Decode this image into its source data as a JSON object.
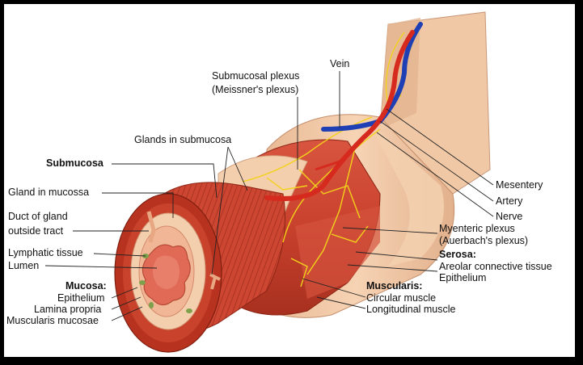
{
  "labels": {
    "vein": "Vein",
    "submucosal_plexus_line1": "Submucosal plexus",
    "submucosal_plexus_line2": "(Meissner's plexus)",
    "glands_in_submucosa": "Glands in submucosa",
    "submucosa": "Submucosa",
    "gland_in_mucosa": "Gland in mucossa",
    "duct_line1": "Duct of gland",
    "duct_line2": "outside tract",
    "lymphatic_tissue": "Lymphatic tissue",
    "lumen": "Lumen",
    "mucosa_heading": "Mucosa:",
    "epithelium": "Epithelium",
    "lamina_propria": "Lamina propria",
    "muscularis_mucosae": "Muscularis mucosae",
    "mesentery": "Mesentery",
    "artery": "Artery",
    "nerve": "Nerve",
    "myenteric_line1": "Myenteric plexus",
    "myenteric_line2": "(Auerbach's plexus)",
    "serosa_heading": "Serosa:",
    "areolar": "Areolar connective tissue",
    "serosa_epithelium": "Epithelium",
    "muscularis_heading": "Muscularis:",
    "circular_muscle": "Circular muscle",
    "longitudinal_muscle": "Longitudinal muscle"
  },
  "colors": {
    "background": "#ffffff",
    "frame": "#000000",
    "serosa": "#f2c9a5",
    "serosa_shade": "#dca683",
    "muscle": "#cf4a36",
    "muscle_dark": "#a8301f",
    "submucosa": "#f5d0b0",
    "mucosa": "#e8826a",
    "lumen": "#e06a55",
    "nerve": "#f2d21a",
    "artery": "#d62a1f",
    "vein": "#1f3fb5",
    "gland_green": "#7fa04a"
  }
}
